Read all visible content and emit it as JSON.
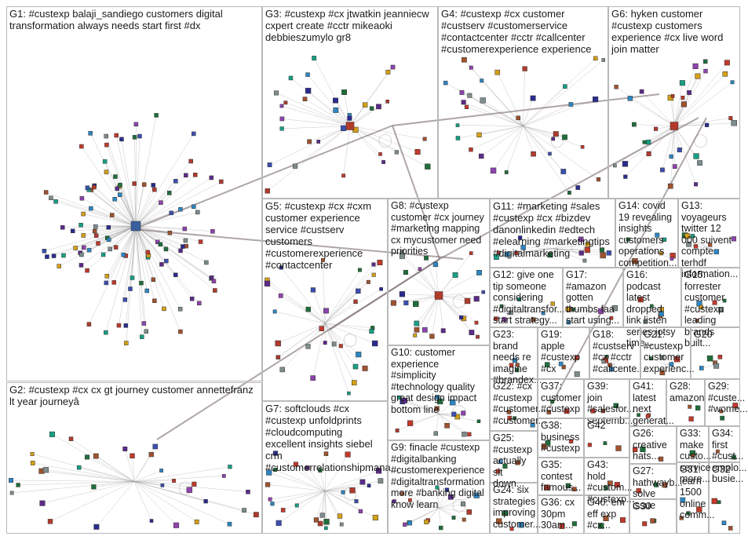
{
  "groups": [
    {
      "id": "G1",
      "label": "G1: #custexp balaji_sandiego customers digital transformation always needs start first #dx"
    },
    {
      "id": "G2",
      "label": "G2: #custexp #cx cx gt journey customer annettefranz lt year journeyâ"
    },
    {
      "id": "G3",
      "label": "G3: #custexp #cx jtwatkin jeanniecw cxpert create #cctr mikeaoki debbieszumylo gr8"
    },
    {
      "id": "G4",
      "label": "G4: #custexp #cx customer #custserv #customerservice #contactcenter #cctr #callcenter #customerexperience experience"
    },
    {
      "id": "G5",
      "label": "G5: #custexp #cx #cxm customer experience service #custserv customers #customerexperience #contactcenter"
    },
    {
      "id": "G6",
      "label": "G6: hyken customer #custexp customers experience #cx live word join matter"
    },
    {
      "id": "G7",
      "label": "G7: softclouds #cx #custexp unfoldprints #cloudcomputing excellent insights siebel crm #customerrelationshipmana..."
    },
    {
      "id": "G8",
      "label": "G8: #custexp customer #cx journey #marketing mapping cx mycustomer need priorities"
    },
    {
      "id": "G9",
      "label": "G9: finacle #custexp #digitalbanking #customerexperience #digitaltransformation more #banking digital know learn"
    },
    {
      "id": "G10",
      "label": "G10: customer experience #simplicity #technology quality great design impact bottom line"
    },
    {
      "id": "G11",
      "label": "G11: #marketing #sales #custexp #cx #bizdev danonlinkedin #edtech #elearning #marketingtips #digitalmarketing"
    },
    {
      "id": "G12",
      "label": "G12: give one tip someone considering #digitaltransfor... start strategy..."
    },
    {
      "id": "G13",
      "label": "G13: voyageurs twitter 12 000 suivent compte terhdf information..."
    },
    {
      "id": "G14",
      "label": "G14: covid 19 revealing insights customers operations competition..."
    },
    {
      "id": "G15",
      "label": "G15: forrester customer #custexp leading brands built..."
    },
    {
      "id": "G16",
      "label": "G16: podcast latest dropped link listen series jotsy time..."
    },
    {
      "id": "G17",
      "label": "G17: #amazon gotten thumbs faa start using..."
    },
    {
      "id": "G18",
      "label": "G18: #custserv #cx #cctr #callcente..."
    },
    {
      "id": "G19",
      "label": "G19: apple #custexp #cx"
    },
    {
      "id": "G20",
      "label": "G20"
    },
    {
      "id": "G21",
      "label": "G21: #custexp customer experienc..."
    },
    {
      "id": "G22",
      "label": "G22: #cx #custexp #customer... #customer..."
    },
    {
      "id": "G23",
      "label": "G23: brand needs re imagine #brandex..."
    },
    {
      "id": "G24",
      "label": "G24: six strategies improving customer..."
    },
    {
      "id": "G25",
      "label": "G25: #custexp actually sit down..."
    },
    {
      "id": "G26",
      "label": "G26: creative hats..."
    },
    {
      "id": "G27",
      "label": "G27: hathwayb... solve issue"
    },
    {
      "id": "G28",
      "label": "G28: amazon"
    },
    {
      "id": "G29",
      "label": "G29: #custe... #wome..."
    },
    {
      "id": "G30",
      "label": "G30"
    },
    {
      "id": "G31",
      "label": "G31: learn 1500 online comm..."
    },
    {
      "id": "G32",
      "label": "G32"
    },
    {
      "id": "G33",
      "label": "G33: make custo... service more..."
    },
    {
      "id": "G34",
      "label": "G34: first #cust... emplo... busie..."
    },
    {
      "id": "G35",
      "label": "G35: contest famous..."
    },
    {
      "id": "G36",
      "label": "G36: cx 30pm 30am..."
    },
    {
      "id": "G37",
      "label": "G37: customer #custexp"
    },
    {
      "id": "G38",
      "label": "G38: business #custexp"
    },
    {
      "id": "G39",
      "label": "G39: join #salesfor... septemb..."
    },
    {
      "id": "G40",
      "label": "G40: em eff exp #cx..."
    },
    {
      "id": "G41",
      "label": "G41: latest next generat..."
    },
    {
      "id": "G42",
      "label": "G42"
    },
    {
      "id": "G43",
      "label": "G43: hold #custom... #custexp..."
    }
  ],
  "hubs": [
    {
      "group": "G1",
      "name": "balaji_sandiego"
    },
    {
      "group": "G3",
      "name": "mikeaoki"
    },
    {
      "group": "G6",
      "name": "hyken"
    },
    {
      "group": "G8",
      "name": "mycustomer"
    }
  ]
}
